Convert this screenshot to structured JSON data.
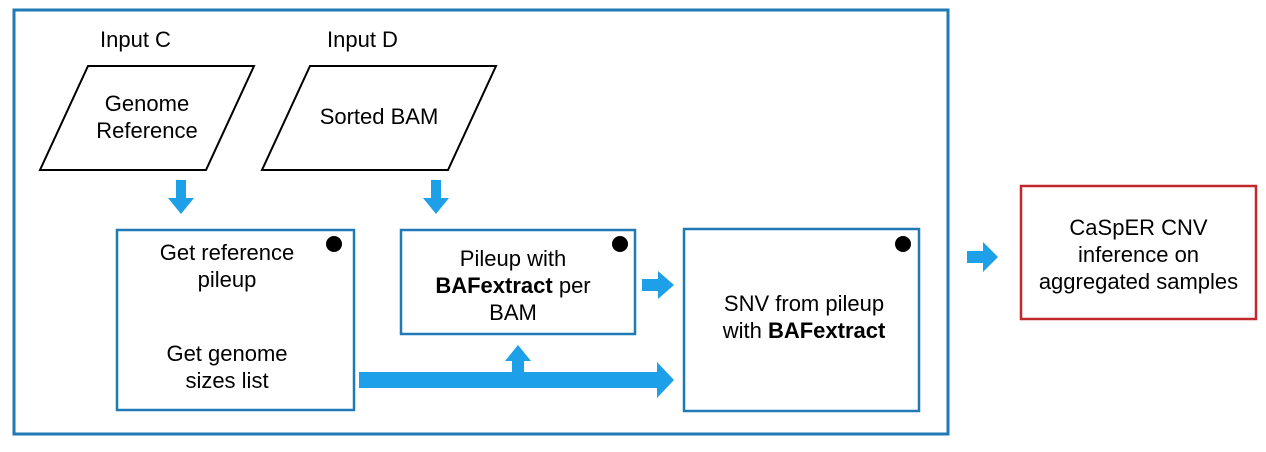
{
  "colors": {
    "frame": "#1f7ab5",
    "box_border": "#1f7ab5",
    "arrow": "#1ea0e8",
    "output_border": "#c0282d",
    "dot": "#000000"
  },
  "inputs": {
    "c": {
      "label": "Input C",
      "shape_line1": "Genome",
      "shape_line2": "Reference"
    },
    "d": {
      "label": "Input D",
      "shape_line1": "Sorted BAM"
    }
  },
  "steps": {
    "reference": {
      "line1": "Get reference",
      "line2": "pileup",
      "line3": "Get genome",
      "line4": "sizes list"
    },
    "pileup": {
      "line1": "Pileup with",
      "bold": "BAFextract",
      "line2_rest": " per",
      "line3": "BAM"
    },
    "snv": {
      "line1": "SNV from pileup",
      "line2_pre": "with ",
      "bold": "BAFextract"
    }
  },
  "output": {
    "line1": "CaSpER CNV",
    "line2": "inference on",
    "line3": "aggregated samples"
  }
}
